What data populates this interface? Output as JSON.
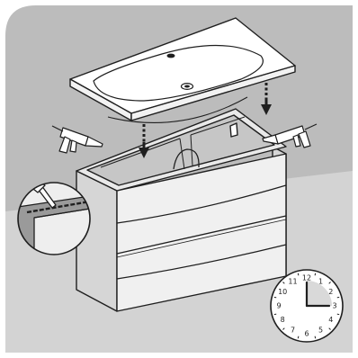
{
  "colors": {
    "card_background": "#bcbcbc",
    "card_light": "#e9e9e9",
    "outline": "#1f1f1f",
    "basin_white": "#ffffff",
    "cabinet_front": "#f0f0f0",
    "cabinet_side": "#d6d6d6",
    "cabinet_inner": "#c6c6c6",
    "sealant_gray": "#8a8a8a",
    "clock_fill": "#d9d9d9"
  },
  "icons": {
    "basin": "washbasin",
    "cabinet": "two-drawer-vanity-cabinet",
    "left_tool": "caulking-gun-icon",
    "right_tool": "caulking-gun-icon",
    "arrows": "arrow-down-icon",
    "detail": "sealant-detail-magnifier",
    "clock": "clock-icon"
  },
  "clock": {
    "numbers": [
      "12",
      "1",
      "2",
      "3",
      "4",
      "5",
      "6",
      "7",
      "8",
      "9",
      "10",
      "11"
    ],
    "shaded_fraction": 0.25
  }
}
